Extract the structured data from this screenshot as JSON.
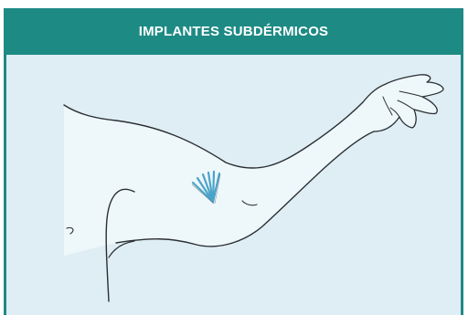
{
  "header": {
    "title": "IMPLANTES SUBDÉRMICOS"
  },
  "colors": {
    "accent": "#1d8a84",
    "panel_background": "#dfeef4",
    "skin": "#eef7fa",
    "outline": "#2a2f33",
    "implant": "#4aa3c8"
  },
  "figure": {
    "subject": "arm-with-subdermal-implants",
    "implant_count": 6
  }
}
